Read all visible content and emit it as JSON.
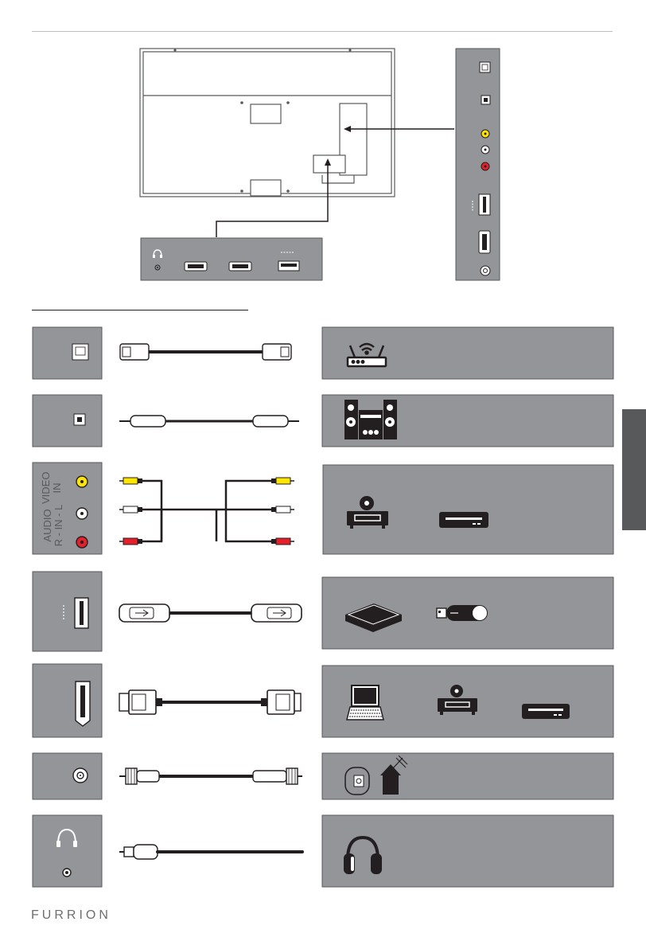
{
  "brand": "FURRION",
  "ports": {
    "video_in": "VIDEO\nIN",
    "audio_in": "AUDIO\nR - IN - L"
  },
  "colors": {
    "panel_fill": "#939598",
    "panel_stroke": "#58595b",
    "rca_yellow": "#ffe600",
    "rca_red": "#e4202a",
    "rca_white": "#ffffff",
    "side_tab": "#58595b"
  },
  "rows": [
    {
      "port": "lan-port-icon",
      "cable": "ethernet-cable-icon",
      "devices": [
        "wifi-router-icon"
      ]
    },
    {
      "port": "optical-port-icon",
      "cable": "optical-cable-icon",
      "devices": [
        "stereo-system-icon"
      ]
    },
    {
      "port": "av-rca-ports-icon",
      "cable": "rca-cable-icon",
      "devices": [
        "dvd-player-icon",
        "blu-ray-player-icon"
      ]
    },
    {
      "port": "usb-port-icon",
      "cable": "usb-cable-icon",
      "devices": [
        "external-hard-drive-icon",
        "usb-flash-drive-icon"
      ]
    },
    {
      "port": "hdmi-port-icon",
      "cable": "hdmi-cable-icon",
      "devices": [
        "laptop-icon",
        "dvd-player-icon",
        "blu-ray-player-icon"
      ]
    },
    {
      "port": "coaxial-port-icon",
      "cable": "coaxial-cable-icon",
      "devices": [
        "antenna-house-icon"
      ]
    },
    {
      "port": "headphone-port-icon",
      "cable": "headphone-cable-icon",
      "devices": [
        "headphones-icon"
      ]
    }
  ]
}
